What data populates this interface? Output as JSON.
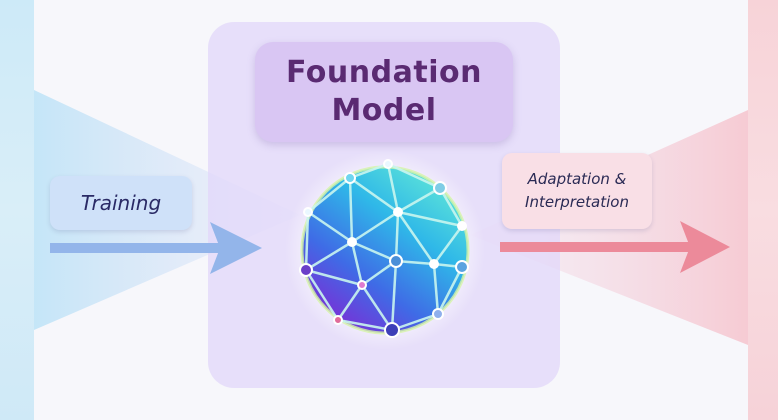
{
  "title": {
    "line1": "Foundation",
    "line2": "Model"
  },
  "training": {
    "label": "Training"
  },
  "adaptation": {
    "line1": "Adaptation &",
    "line2": "Interpretation"
  },
  "colors": {
    "title_text": "#5a2a72",
    "panel": "#e1d7fa",
    "training_arrow": "#93b5ea",
    "adaptation_arrow": "#ec8a9a",
    "label_text": "#2a2a66"
  },
  "icons": [
    "neural-network-sphere-icon",
    "arrow-right-icon"
  ]
}
